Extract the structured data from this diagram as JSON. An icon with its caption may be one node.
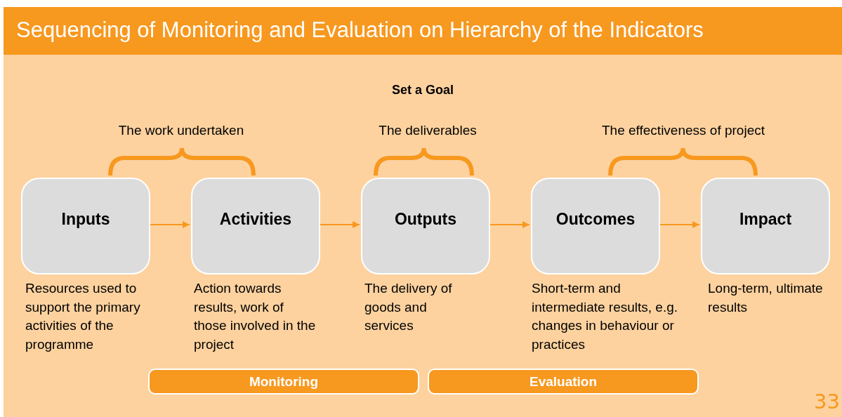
{
  "diagram": {
    "title": "Sequencing of Monitoring and Evaluation on Hierarchy of the Indicators",
    "nodes": [
      {
        "text": [
          "Inputs"
        ],
        "beside": [
          "Resources used to support the primary activities of the programme"
        ]
      },
      {
        "text": [
          "Activities"
        ],
        "beside": [
          "Action towards results, work of those involved in the project"
        ]
      },
      {
        "text": [
          "Outputs"
        ],
        "beside": [
          "The delivery of goods and services"
        ]
      },
      {
        "text": [
          "Outcomes"
        ],
        "beside": [
          "Short-term and intermediate results, e.g. changes in behaviour or practices"
        ]
      },
      {
        "text": [
          "Impact"
        ],
        "beside": [
          "Long-term, ultimate results"
        ]
      },
      {
        "text": [
          "Monitoring"
        ]
      },
      {
        "text": [
          "Evaluation"
        ]
      }
    ],
    "edges": [
      {
        "from": 0,
        "to": 1,
        "arrow": "to"
      },
      {
        "from": 1,
        "to": 2,
        "arrow": "to"
      },
      {
        "from": 2,
        "to": 3,
        "arrow": "to"
      },
      {
        "from": 3,
        "to": 4,
        "arrow": "to"
      }
    ],
    "labels": [
      "Set a Goal",
      "The work undertaken",
      "The deliverables",
      "The effectiveness of project",
      "33"
    ]
  }
}
